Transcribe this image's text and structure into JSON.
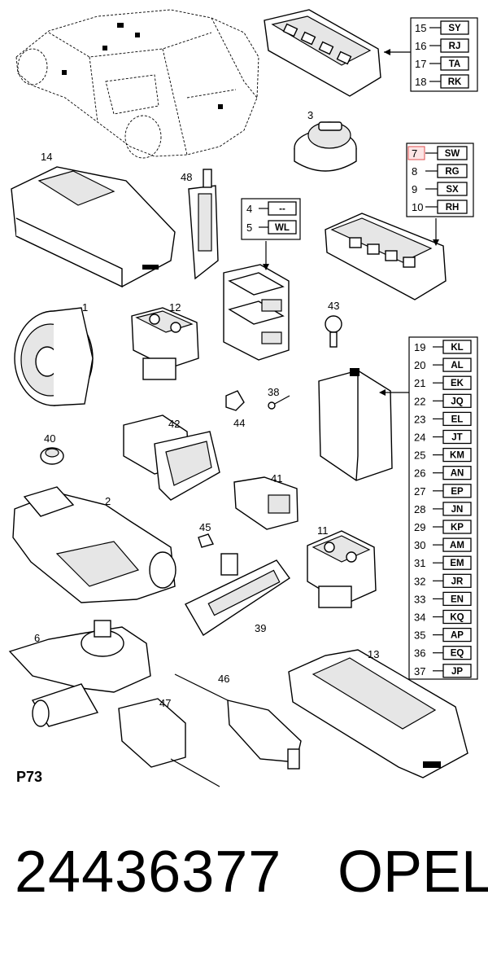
{
  "diagram": {
    "sheet_id": "P73",
    "part_numbers": [
      "1",
      "2",
      "3",
      "6",
      "11",
      "12",
      "13",
      "14",
      "38",
      "39",
      "40",
      "41",
      "42",
      "43",
      "44",
      "45",
      "46",
      "47",
      "48"
    ],
    "legend_top": [
      {
        "num": "15",
        "code": "SY"
      },
      {
        "num": "16",
        "code": "RJ"
      },
      {
        "num": "17",
        "code": "TA"
      },
      {
        "num": "18",
        "code": "RK"
      }
    ],
    "legend_mid": [
      {
        "num": "7",
        "code": "SW",
        "highlight": true
      },
      {
        "num": "8",
        "code": "RG"
      },
      {
        "num": "9",
        "code": "SX"
      },
      {
        "num": "10",
        "code": "RH"
      }
    ],
    "legend_small": [
      {
        "num": "4",
        "code": "--"
      },
      {
        "num": "5",
        "code": "WL"
      }
    ],
    "legend_long": [
      {
        "num": "19",
        "code": "KL"
      },
      {
        "num": "20",
        "code": "AL"
      },
      {
        "num": "21",
        "code": "EK"
      },
      {
        "num": "22",
        "code": "JQ"
      },
      {
        "num": "23",
        "code": "EL"
      },
      {
        "num": "24",
        "code": "JT"
      },
      {
        "num": "25",
        "code": "KM"
      },
      {
        "num": "26",
        "code": "AN"
      },
      {
        "num": "27",
        "code": "EP"
      },
      {
        "num": "28",
        "code": "JN"
      },
      {
        "num": "29",
        "code": "KP"
      },
      {
        "num": "30",
        "code": "AM"
      },
      {
        "num": "31",
        "code": "EM"
      },
      {
        "num": "32",
        "code": "JR"
      },
      {
        "num": "33",
        "code": "EN"
      },
      {
        "num": "34",
        "code": "KQ"
      },
      {
        "num": "35",
        "code": "AP"
      },
      {
        "num": "36",
        "code": "EQ"
      },
      {
        "num": "37",
        "code": "JP"
      }
    ],
    "highlight_color": "#e05050"
  },
  "footer": {
    "part_number": "24436377",
    "brand": "OPEL"
  }
}
